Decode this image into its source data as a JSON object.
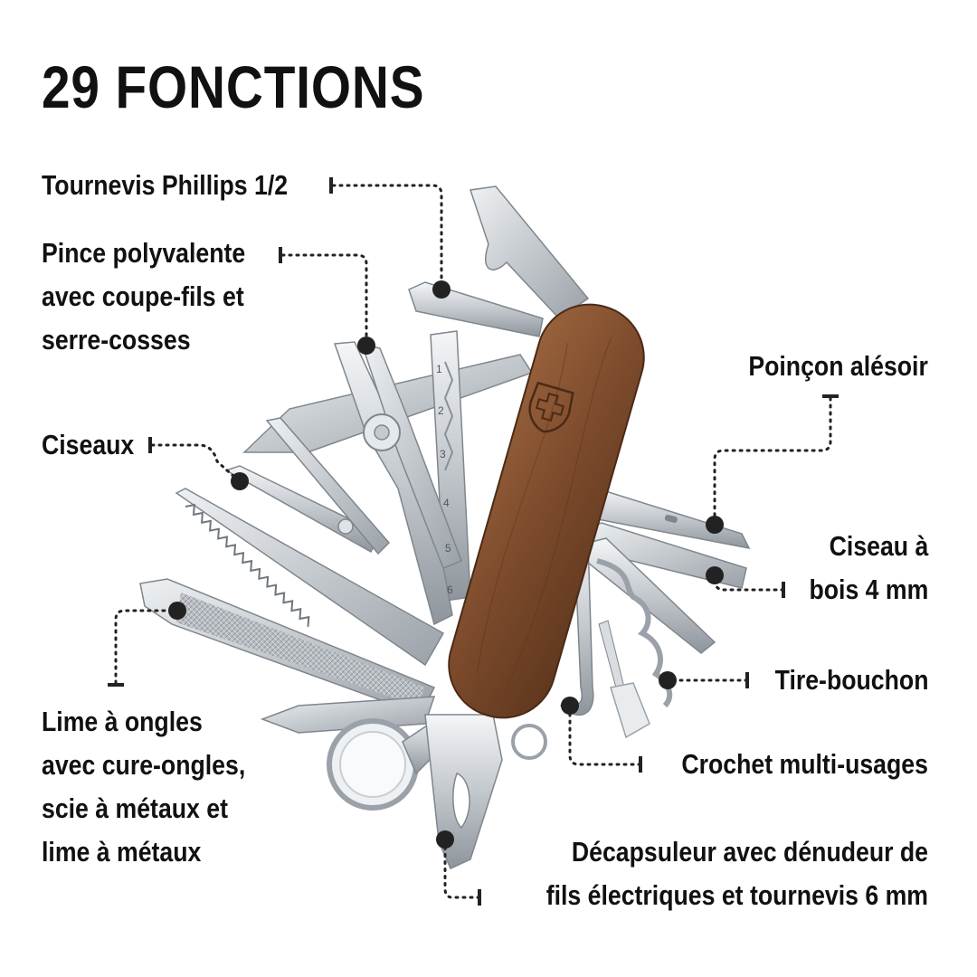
{
  "title": "29 FONCTIONS",
  "labels": {
    "phillips": [
      "Tournevis Phillips 1/2"
    ],
    "pince": [
      "Pince polyvalente",
      "avec coupe-fils et",
      "serre-cosses"
    ],
    "ciseaux": [
      "Ciseaux"
    ],
    "lime": [
      "Lime à ongles",
      "avec cure-ongles,",
      "scie à métaux et",
      "lime à métaux"
    ],
    "poincon": [
      "Poinçon alésoir"
    ],
    "ciseau_bois": [
      "Ciseau à",
      "bois 4 mm"
    ],
    "tire_bouchon": [
      "Tire-bouchon"
    ],
    "crochet": [
      "Crochet multi-usages"
    ],
    "decapsuleur": [
      "Décapsuleur avec dénudeur de",
      "fils électriques et tournevis 6 mm"
    ]
  },
  "ruler_marks": [
    "1",
    "2",
    "3",
    "4",
    "5",
    "6"
  ],
  "colors": {
    "text": "#111111",
    "wood": "#7a4a2c",
    "steel": "#c9ced3",
    "dots": "#222222"
  }
}
